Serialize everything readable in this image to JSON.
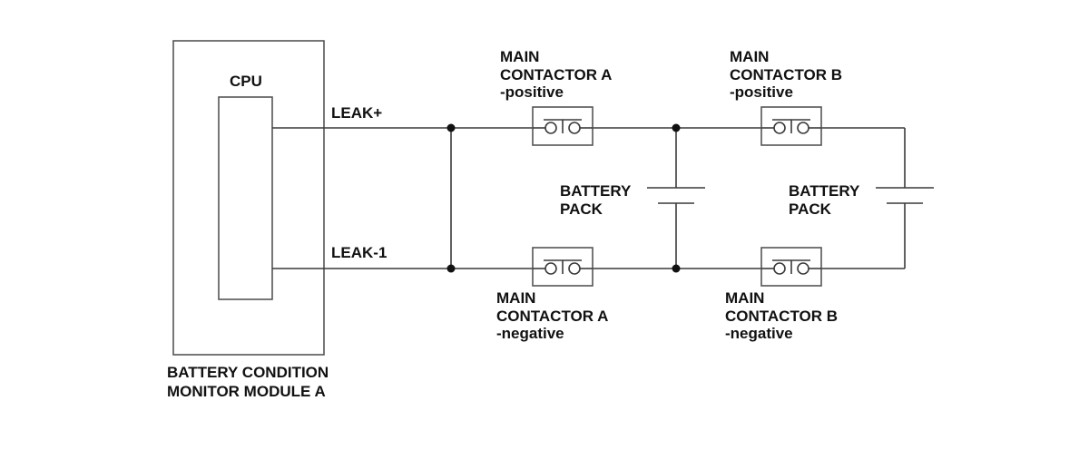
{
  "module": {
    "cpu_label": "CPU",
    "name_line1": "BATTERY CONDITION",
    "name_line2": "MONITOR MODULE A"
  },
  "wires": {
    "leak_pos": "LEAK+",
    "leak_neg": "LEAK-1"
  },
  "contactors": {
    "a_pos": [
      "MAIN",
      "CONTACTOR A",
      "-positive"
    ],
    "b_pos": [
      "MAIN",
      "CONTACTOR B",
      "-positive"
    ],
    "a_neg": [
      "MAIN",
      "CONTACTOR A",
      "-negative"
    ],
    "b_neg": [
      "MAIN",
      "CONTACTOR B",
      "-negative"
    ]
  },
  "batteries": {
    "pack1": [
      "BATTERY",
      "PACK"
    ],
    "pack2": [
      "BATTERY",
      "PACK"
    ]
  },
  "colors": {
    "line": "#3a3a3a",
    "text": "#111111",
    "background": "#ffffff"
  }
}
